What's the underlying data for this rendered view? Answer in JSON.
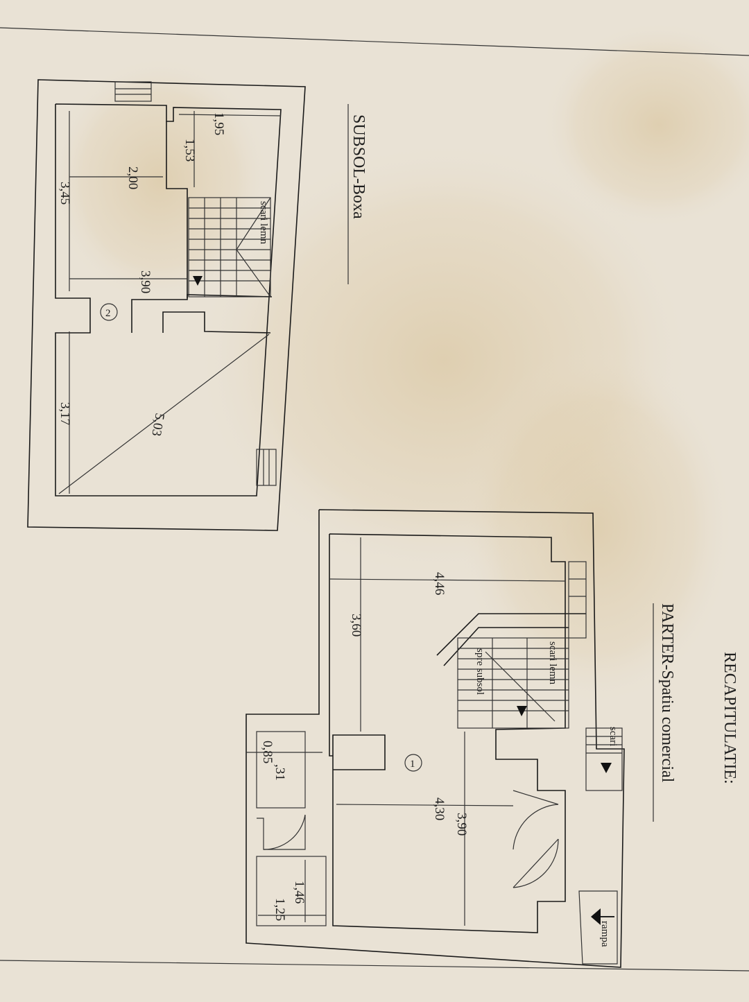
{
  "titles": {
    "subsol": "SUBSOL-Boxa",
    "parter": "PARTER-Spatiu comercial",
    "recap": "RECAPITULATIE:"
  },
  "subsol": {
    "room_number": "2",
    "stairs_label": "scari lemn",
    "dims": {
      "d195": "1,95",
      "d153": "1,53",
      "d200": "2,00",
      "d345": "3,45",
      "d390": "3,90",
      "d317": "3,17",
      "d503": "5,03"
    }
  },
  "parter": {
    "room_number": "1",
    "stairs_label": "scari lemn",
    "to_basement_label": "spre subsol",
    "scari_label": "scari",
    "rampa_label": "rampa",
    "dims": {
      "d446": "4,46",
      "d360": "3,60",
      "d430": "4,30",
      "d390": "3,90",
      "d085": "0,85",
      "d031": ",31",
      "d146": "1,46",
      "d125": "1,25"
    }
  },
  "colors": {
    "paper": "#e9e2d5",
    "ink": "#1e1e1e",
    "stain": "#d9c39a"
  }
}
